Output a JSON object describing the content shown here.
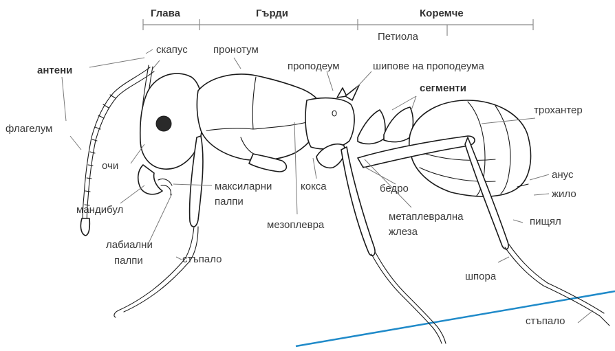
{
  "colors": {
    "leader_line": "#7a7a7a",
    "outline": "#1a1a1a",
    "ground_line": "#1f8ac9",
    "text": "#3a3a3a"
  },
  "sections": {
    "head": "Глава",
    "thorax": "Гърди",
    "gaster": "Коремче",
    "petiole": "Петиола"
  },
  "labels": {
    "scape": "скапус",
    "pronotum": "пронотум",
    "propodeum": "проподеум",
    "propodeal_spines": "шипове на проподеума",
    "antennae": "антени",
    "segments": "сегменти",
    "flagellum": "флагелум",
    "trochanter": "трохантер",
    "eyes": "очи",
    "maxillary_palps_1": "максиларни",
    "maxillary_palps_2": "палпи",
    "coxa": "кокса",
    "femur": "бедро",
    "anus": "анус",
    "sting": "жило",
    "mandible": "мандибул",
    "mesopleuron": "мезоплевра",
    "metapleural_gland_1": "метаплеврална",
    "metapleural_gland_2": "жлеза",
    "tibia": "пищял",
    "labial_palps_1": "лабиални",
    "labial_palps_2": "палпи",
    "tarsus_front": "стъпало",
    "spur": "шпора",
    "tarsus_hind": "стъпало"
  }
}
